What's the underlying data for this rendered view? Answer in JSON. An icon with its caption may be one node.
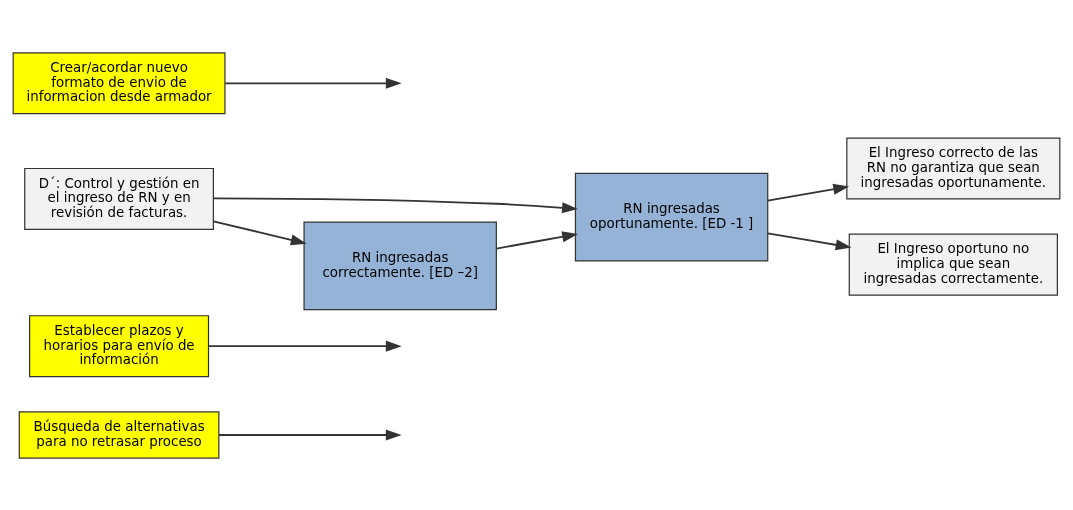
{
  "diagram": {
    "nodes": [
      {
        "text": [
          "Búsqueda de alternativas para no retrasar proceso"
        ]
      },
      {
        "text": [
          "Establecer plazos y horarios para envío de información"
        ]
      },
      {
        "text": [
          "RN ingresadas oportunamente. [ED -1 ]"
        ]
      },
      {
        "text": [
          "El Ingreso correcto de las RN no garantiza que sean ingresadas oportunamente."
        ]
      },
      {
        "text": [
          "D´: Control y gestión en el ingreso de RN y en revisión de facturas."
        ]
      },
      {
        "text": [
          "RN ingresadas correctamente. [ED –2]"
        ]
      },
      {
        "text": [
          "Crear/acordar nuevo formato de envio de informacion desde armador"
        ]
      },
      {
        "text": [
          "El Ingreso oportuno no implica que sean ingresadas correctamente."
        ]
      }
    ],
    "edges": [
      {
        "from": 4,
        "to": 2,
        "arrow": "to"
      },
      {
        "from": 4,
        "to": 5,
        "arrow": "to"
      },
      {
        "from": 5,
        "to": 2,
        "arrow": "to"
      },
      {
        "from": 2,
        "to": 3,
        "arrow": "to"
      },
      {
        "from": 2,
        "to": 7,
        "arrow": "to"
      },
      {
        "from": 0,
        "to": null,
        "arrow": "to"
      },
      {
        "from": 1,
        "to": null,
        "arrow": "to"
      },
      {
        "from": 6,
        "to": null,
        "arrow": "to"
      }
    ]
  }
}
